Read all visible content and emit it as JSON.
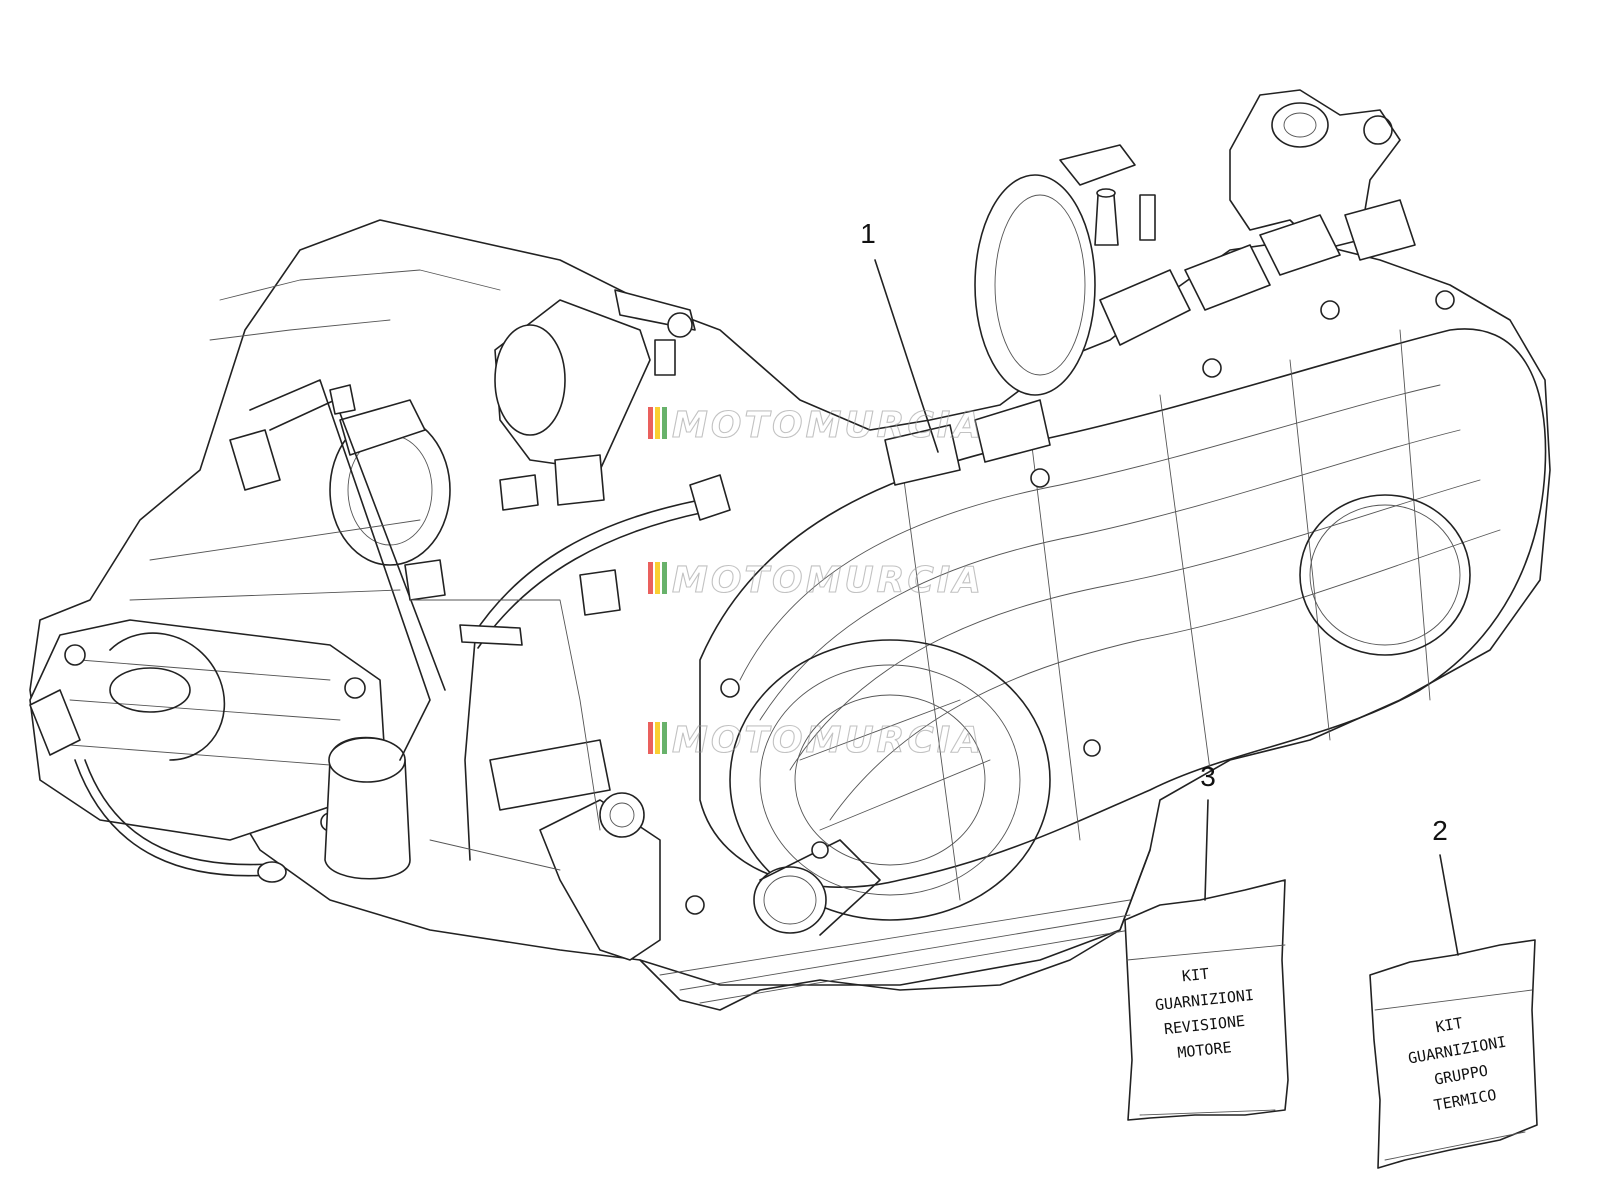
{
  "callouts": [
    {
      "id": "engine",
      "label": "1"
    },
    {
      "id": "kit-gruppo-termico",
      "label": "2"
    },
    {
      "id": "kit-revisione-motore",
      "label": "3"
    }
  ],
  "kits": {
    "revisione": {
      "lines": [
        "KIT",
        "GUARNIZIONI",
        "REVISIONE",
        "MOTORE"
      ]
    },
    "termico": {
      "lines": [
        "KIT",
        "GUARNIZIONI",
        "GRUPPO",
        "TERMICO"
      ]
    }
  },
  "watermark": {
    "text": "MOTOMURCIA",
    "colors": [
      "#e53935",
      "#f9c400",
      "#43a047"
    ]
  }
}
